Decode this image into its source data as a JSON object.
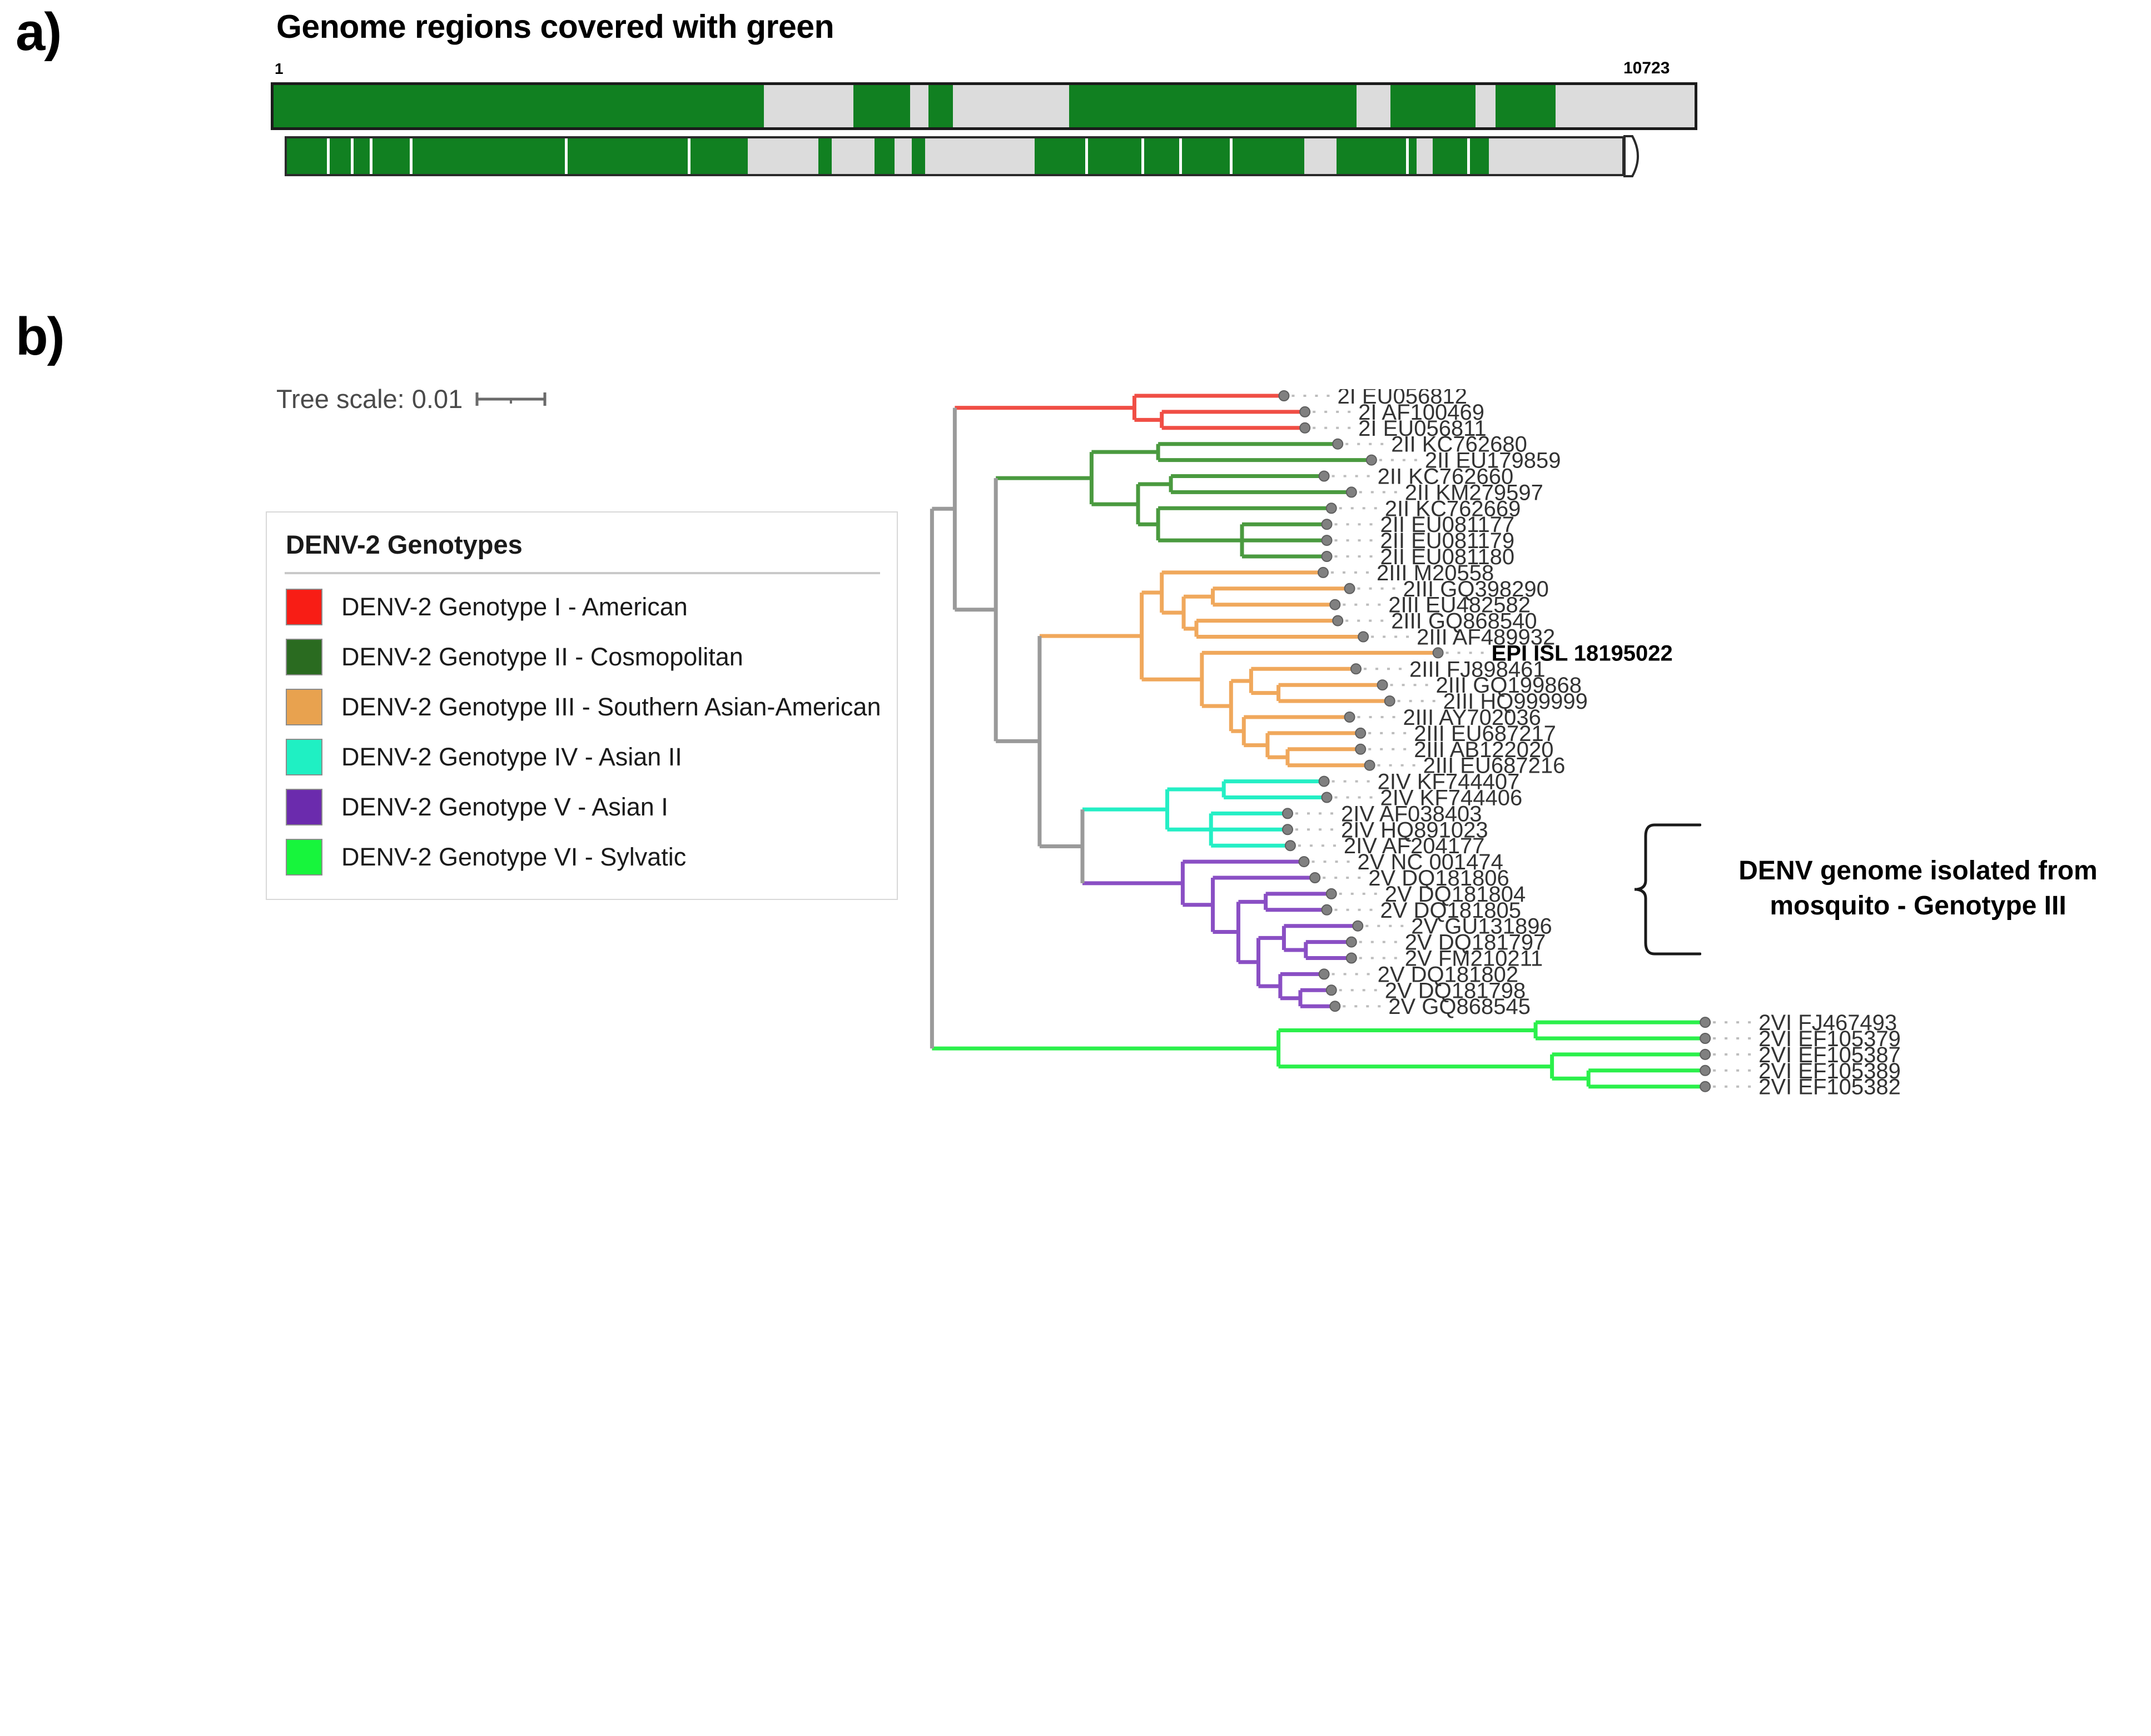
{
  "panels": {
    "a_label": "a)",
    "b_label": "b)"
  },
  "panel_a": {
    "title": "Genome regions covered with green",
    "coord_start": "1",
    "coord_end": "10723",
    "colors": {
      "covered": "#118021",
      "uncovered": "#dcdcdc",
      "outline": "#1b1b1b"
    },
    "tracks": [
      {
        "name": "reference-genome-track",
        "segments": [
          {
            "start": 0,
            "end": 0.345,
            "state": "covered"
          },
          {
            "start": 0.345,
            "end": 0.408,
            "state": "uncovered"
          },
          {
            "start": 0.408,
            "end": 0.448,
            "state": "covered"
          },
          {
            "start": 0.448,
            "end": 0.461,
            "state": "uncovered"
          },
          {
            "start": 0.461,
            "end": 0.478,
            "state": "covered"
          },
          {
            "start": 0.478,
            "end": 0.56,
            "state": "uncovered"
          },
          {
            "start": 0.56,
            "end": 0.762,
            "state": "covered"
          },
          {
            "start": 0.762,
            "end": 0.786,
            "state": "uncovered"
          },
          {
            "start": 0.786,
            "end": 0.846,
            "state": "covered"
          },
          {
            "start": 0.846,
            "end": 0.86,
            "state": "uncovered"
          },
          {
            "start": 0.86,
            "end": 0.902,
            "state": "covered"
          },
          {
            "start": 0.902,
            "end": 1.0,
            "state": "uncovered"
          }
        ],
        "dividers": []
      },
      {
        "name": "annotated-genome-track",
        "segments": [
          {
            "start": 0,
            "end": 0.345,
            "state": "covered"
          },
          {
            "start": 0.345,
            "end": 0.398,
            "state": "uncovered"
          },
          {
            "start": 0.398,
            "end": 0.408,
            "state": "covered"
          },
          {
            "start": 0.408,
            "end": 0.44,
            "state": "uncovered"
          },
          {
            "start": 0.44,
            "end": 0.455,
            "state": "covered"
          },
          {
            "start": 0.455,
            "end": 0.468,
            "state": "uncovered"
          },
          {
            "start": 0.468,
            "end": 0.478,
            "state": "covered"
          },
          {
            "start": 0.478,
            "end": 0.56,
            "state": "uncovered"
          },
          {
            "start": 0.56,
            "end": 0.762,
            "state": "covered"
          },
          {
            "start": 0.762,
            "end": 0.786,
            "state": "uncovered"
          },
          {
            "start": 0.786,
            "end": 0.846,
            "state": "covered"
          },
          {
            "start": 0.846,
            "end": 0.858,
            "state": "uncovered"
          },
          {
            "start": 0.858,
            "end": 0.9,
            "state": "covered"
          },
          {
            "start": 0.9,
            "end": 1.0,
            "state": "uncovered"
          }
        ],
        "dividers": [
          0.03,
          0.048,
          0.062,
          0.092,
          0.208,
          0.3,
          0.598,
          0.64,
          0.668,
          0.706,
          0.838,
          0.884
        ]
      }
    ]
  },
  "panel_b": {
    "tree_scale_label": "Tree scale: 0.01",
    "legend": {
      "title": "DENV-2 Genotypes",
      "items": [
        {
          "label": "DENV-2 Genotype I - American",
          "color": "#f81d15"
        },
        {
          "label": "DENV-2 Genotype II - Cosmopolitan",
          "color": "#2a6b20"
        },
        {
          "label": "DENV-2 Genotype III - Southern Asian-American",
          "color": "#e8a24f"
        },
        {
          "label": "DENV-2 Genotype IV - Asian II",
          "color": "#1ff0c3"
        },
        {
          "label": "DENV-2 Genotype V - Asian I",
          "color": "#6b2bad"
        },
        {
          "label": "DENV-2 Genotype VI - Sylvatic",
          "color": "#17f53c"
        }
      ]
    },
    "annotation": {
      "line1": "DENV genome isolated from",
      "line2": "mosquito - Genotype III",
      "target_leaf": "EPI ISL 18195022"
    },
    "node_color": "#808080",
    "backbone_color": "#9a9a9a"
  },
  "chart_data": {
    "type": "tree",
    "title": "DENV-2 maximum likelihood phylogeny",
    "scale": "0.01",
    "leaf_count": 44,
    "leaves": [
      {
        "label": "2I EU056812",
        "genotype": "I",
        "color": "#f04e45",
        "row": 0,
        "tipx": 0.396
      },
      {
        "label": "2I AF100469",
        "genotype": "I",
        "color": "#f04e45",
        "row": 1,
        "tipx": 0.419
      },
      {
        "label": "2I EU056811",
        "genotype": "I",
        "color": "#f04e45",
        "row": 2,
        "tipx": 0.419
      },
      {
        "label": "2II KC762680",
        "genotype": "II",
        "color": "#4a9a3f",
        "row": 3,
        "tipx": 0.455
      },
      {
        "label": "2II EU179859",
        "genotype": "II",
        "color": "#4a9a3f",
        "row": 4,
        "tipx": 0.492
      },
      {
        "label": "2II KC762660",
        "genotype": "II",
        "color": "#4a9a3f",
        "row": 5,
        "tipx": 0.44
      },
      {
        "label": "2II KM279597",
        "genotype": "II",
        "color": "#4a9a3f",
        "row": 6,
        "tipx": 0.47
      },
      {
        "label": "2II KC762669",
        "genotype": "II",
        "color": "#4a9a3f",
        "row": 7,
        "tipx": 0.448
      },
      {
        "label": "2II EU081177",
        "genotype": "II",
        "color": "#4a9a3f",
        "row": 8,
        "tipx": 0.443
      },
      {
        "label": "2II EU081179",
        "genotype": "II",
        "color": "#4a9a3f",
        "row": 9,
        "tipx": 0.443
      },
      {
        "label": "2II EU081180",
        "genotype": "II",
        "color": "#4a9a3f",
        "row": 10,
        "tipx": 0.443
      },
      {
        "label": "2III M20558",
        "genotype": "III",
        "color": "#f0a85c",
        "row": 11,
        "tipx": 0.439
      },
      {
        "label": "2III GQ398290",
        "genotype": "III",
        "color": "#f0a85c",
        "row": 12,
        "tipx": 0.468
      },
      {
        "label": "2III EU482582",
        "genotype": "III",
        "color": "#f0a85c",
        "row": 13,
        "tipx": 0.452
      },
      {
        "label": "2III GQ868540",
        "genotype": "III",
        "color": "#f0a85c",
        "row": 14,
        "tipx": 0.455
      },
      {
        "label": "2III AF489932",
        "genotype": "III",
        "color": "#f0a85c",
        "row": 15,
        "tipx": 0.483
      },
      {
        "label": "EPI ISL 18195022",
        "genotype": "III",
        "color": "#f0a85c",
        "row": 16,
        "tipx": 0.565,
        "highlight": true
      },
      {
        "label": "2III FJ898461",
        "genotype": "III",
        "color": "#f0a85c",
        "row": 17,
        "tipx": 0.475
      },
      {
        "label": "2III GQ199868",
        "genotype": "III",
        "color": "#f0a85c",
        "row": 18,
        "tipx": 0.504
      },
      {
        "label": "2III HQ999999",
        "genotype": "III",
        "color": "#f0a85c",
        "row": 19,
        "tipx": 0.512
      },
      {
        "label": "2III AY702036",
        "genotype": "III",
        "color": "#f0a85c",
        "row": 20,
        "tipx": 0.468
      },
      {
        "label": "2III EU687217",
        "genotype": "III",
        "color": "#f0a85c",
        "row": 21,
        "tipx": 0.48
      },
      {
        "label": "2III AB122020",
        "genotype": "III",
        "color": "#f0a85c",
        "row": 22,
        "tipx": 0.48
      },
      {
        "label": "2III EU687216",
        "genotype": "III",
        "color": "#f0a85c",
        "row": 23,
        "tipx": 0.49
      },
      {
        "label": "2IV KF744407",
        "genotype": "IV",
        "color": "#24efc5",
        "row": 24,
        "tipx": 0.44
      },
      {
        "label": "2IV KF744406",
        "genotype": "IV",
        "color": "#24efc5",
        "row": 25,
        "tipx": 0.443
      },
      {
        "label": "2IV AF038403",
        "genotype": "IV",
        "color": "#24efc5",
        "row": 26,
        "tipx": 0.4
      },
      {
        "label": "2IV HQ891023",
        "genotype": "IV",
        "color": "#24efc5",
        "row": 27,
        "tipx": 0.4
      },
      {
        "label": "2IV AF204177",
        "genotype": "IV",
        "color": "#24efc5",
        "row": 28,
        "tipx": 0.403
      },
      {
        "label": "2V NC 001474",
        "genotype": "V",
        "color": "#8a4fc4",
        "row": 29,
        "tipx": 0.418
      },
      {
        "label": "2V DQ181806",
        "genotype": "V",
        "color": "#8a4fc4",
        "row": 30,
        "tipx": 0.43
      },
      {
        "label": "2V DQ181804",
        "genotype": "V",
        "color": "#8a4fc4",
        "row": 31,
        "tipx": 0.448
      },
      {
        "label": "2V DQ181805",
        "genotype": "V",
        "color": "#8a4fc4",
        "row": 32,
        "tipx": 0.443
      },
      {
        "label": "2V GU131896",
        "genotype": "V",
        "color": "#8a4fc4",
        "row": 33,
        "tipx": 0.477
      },
      {
        "label": "2V DQ181797",
        "genotype": "V",
        "color": "#8a4fc4",
        "row": 34,
        "tipx": 0.47
      },
      {
        "label": "2V FM210211",
        "genotype": "V",
        "color": "#8a4fc4",
        "row": 35,
        "tipx": 0.47
      },
      {
        "label": "2V DQ181802",
        "genotype": "V",
        "color": "#8a4fc4",
        "row": 36,
        "tipx": 0.44
      },
      {
        "label": "2V DQ181798",
        "genotype": "V",
        "color": "#8a4fc4",
        "row": 37,
        "tipx": 0.448
      },
      {
        "label": "2V GQ868545",
        "genotype": "V",
        "color": "#8a4fc4",
        "row": 38,
        "tipx": 0.452
      },
      {
        "label": "2VI FJ467493",
        "genotype": "VI",
        "color": "#2bf04b",
        "row": 39,
        "tipx": 0.858
      },
      {
        "label": "2VI EF105379",
        "genotype": "VI",
        "color": "#2bf04b",
        "row": 40,
        "tipx": 0.858
      },
      {
        "label": "2VI EF105387",
        "genotype": "VI",
        "color": "#2bf04b",
        "row": 41,
        "tipx": 0.858
      },
      {
        "label": "2VI EF105389",
        "genotype": "VI",
        "color": "#2bf04b",
        "row": 42,
        "tipx": 0.858
      },
      {
        "label": "2VI EF105382",
        "genotype": "VI",
        "color": "#2bf04b",
        "row": 43,
        "tipx": 0.858
      }
    ],
    "clades": [
      {
        "name": "root",
        "x": 0.01,
        "color": "#9a9a9a",
        "children_rows": [
          [
            0,
            38
          ],
          [
            39,
            43
          ]
        ]
      },
      {
        "name": "non-sylvatic",
        "x": 0.01,
        "color": "#9a9a9a"
      },
      {
        "name": "genotype-I",
        "x": 0.232,
        "color": "#f04e45"
      },
      {
        "name": "genotype-II",
        "x": 0.185,
        "color": "#4a9a3f"
      },
      {
        "name": "genotype-III",
        "x": 0.24,
        "color": "#f0a85c"
      },
      {
        "name": "genotype-IV",
        "x": 0.268,
        "color": "#24efc5"
      },
      {
        "name": "genotype-V",
        "x": 0.285,
        "color": "#8a4fc4"
      },
      {
        "name": "genotype-VI",
        "x": 0.39,
        "color": "#2bf04b"
      }
    ]
  }
}
